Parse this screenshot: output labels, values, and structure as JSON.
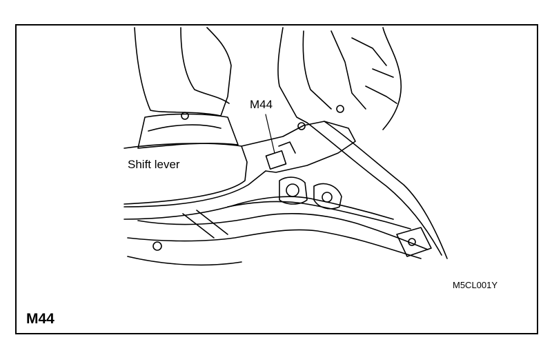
{
  "figure": {
    "connector_callout": "M44",
    "part_label": "Shift lever",
    "figure_code": "M5CL001Y",
    "page_label": "M44"
  }
}
